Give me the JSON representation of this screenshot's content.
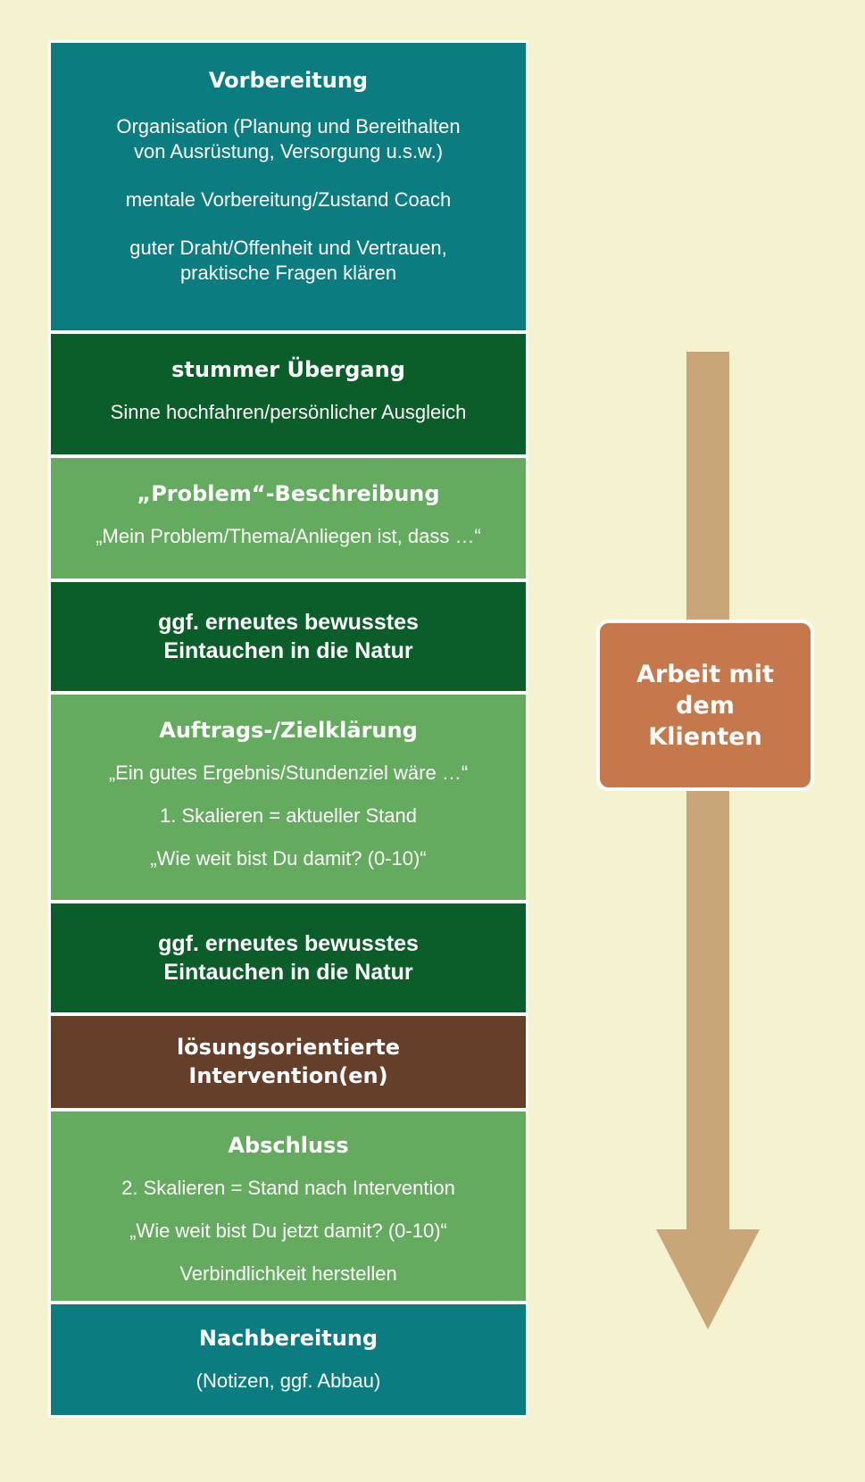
{
  "colors": {
    "background": "#f5f2cf",
    "teal": "#0b7c7f",
    "dark_green": "#0b5e2a",
    "light_green": "#65ab5f",
    "brown": "#663f2b",
    "arrow": "#c9a677",
    "label_box": "#c4784b"
  },
  "blocks": [
    {
      "title": "Vorbereitung",
      "lines": [
        "Organisation (Planung und Bereithalten",
        "von Ausrüstung, Versorgung u.s.w.)",
        "mentale Vorbereitung/Zustand Coach",
        "guter Draht/Offenheit und Vertrauen,",
        "praktische Fragen klären"
      ]
    },
    {
      "title": "stummer Übergang",
      "lines": [
        "Sinne hochfahren/persönlicher Ausgleich"
      ]
    },
    {
      "title": "„Problem“-Beschreibung",
      "lines": [
        "„Mein Problem/Thema/Anliegen ist, dass …“"
      ]
    },
    {
      "title_lines": [
        "ggf. erneutes bewusstes",
        "Eintauchen in die Natur"
      ]
    },
    {
      "title": "Auftrags-/Zielklärung",
      "lines": [
        "„Ein gutes Ergebnis/Stundenziel wäre …“",
        "1. Skalieren = aktueller Stand",
        "„Wie weit bist Du damit? (0-10)“"
      ]
    },
    {
      "title_lines": [
        "ggf. erneutes bewusstes",
        "Eintauchen in die Natur"
      ]
    },
    {
      "title_lines": [
        "lösungsorientierte",
        "Intervention(en)"
      ]
    },
    {
      "title": "Abschluss",
      "lines": [
        "2. Skalieren = Stand nach Intervention",
        "„Wie weit bist Du jetzt damit? (0-10)“",
        "Verbindlichkeit herstellen"
      ]
    },
    {
      "title": "Nachbereitung",
      "lines": [
        "(Notizen, ggf. Abbau)"
      ]
    }
  ],
  "arrow": {
    "label": "Arbeit mit dem Klienten"
  }
}
